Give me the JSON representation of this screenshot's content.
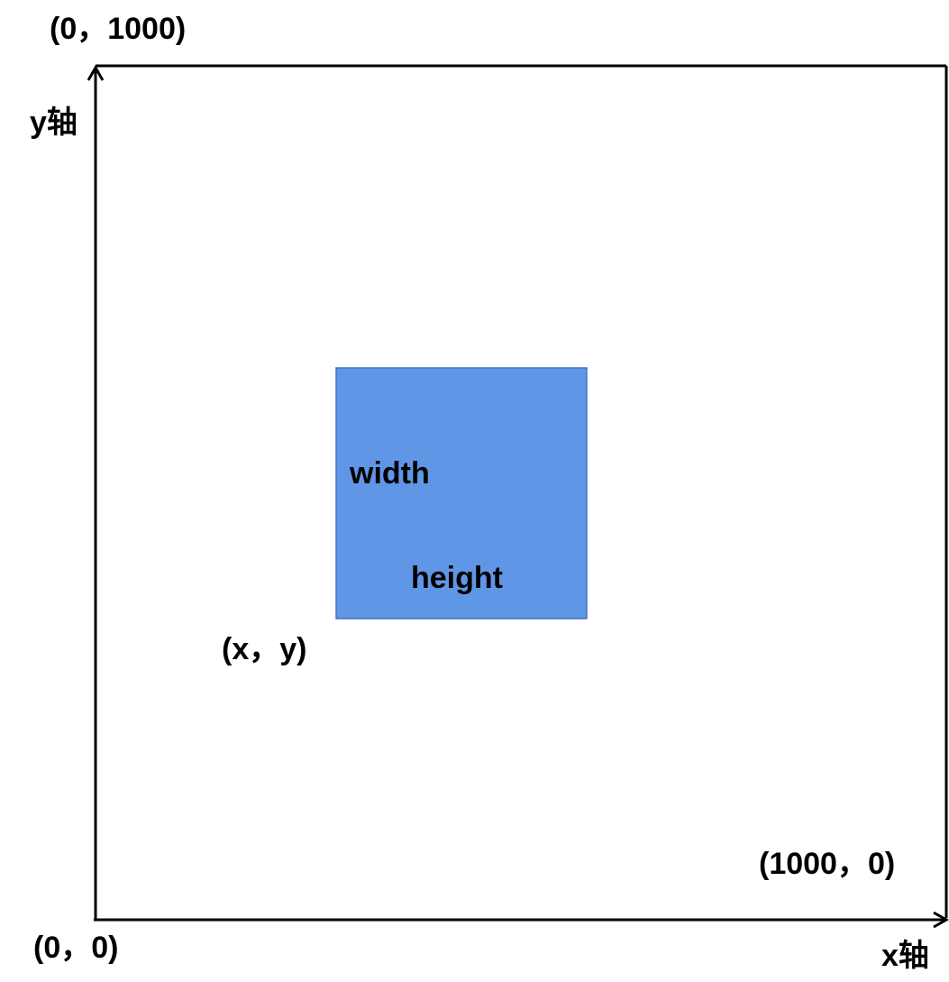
{
  "labels": {
    "top_left": "(0，1000)",
    "y_axis": "y轴",
    "origin": "(0，0)",
    "bottom_right": "(1000，0)",
    "x_axis": "x轴",
    "xy": "(x，y)",
    "width": "width",
    "height": "height"
  },
  "colors": {
    "box_fill": "#6096E6",
    "box_border": "#4472C4",
    "lines": "#000000",
    "text": "#000000"
  }
}
